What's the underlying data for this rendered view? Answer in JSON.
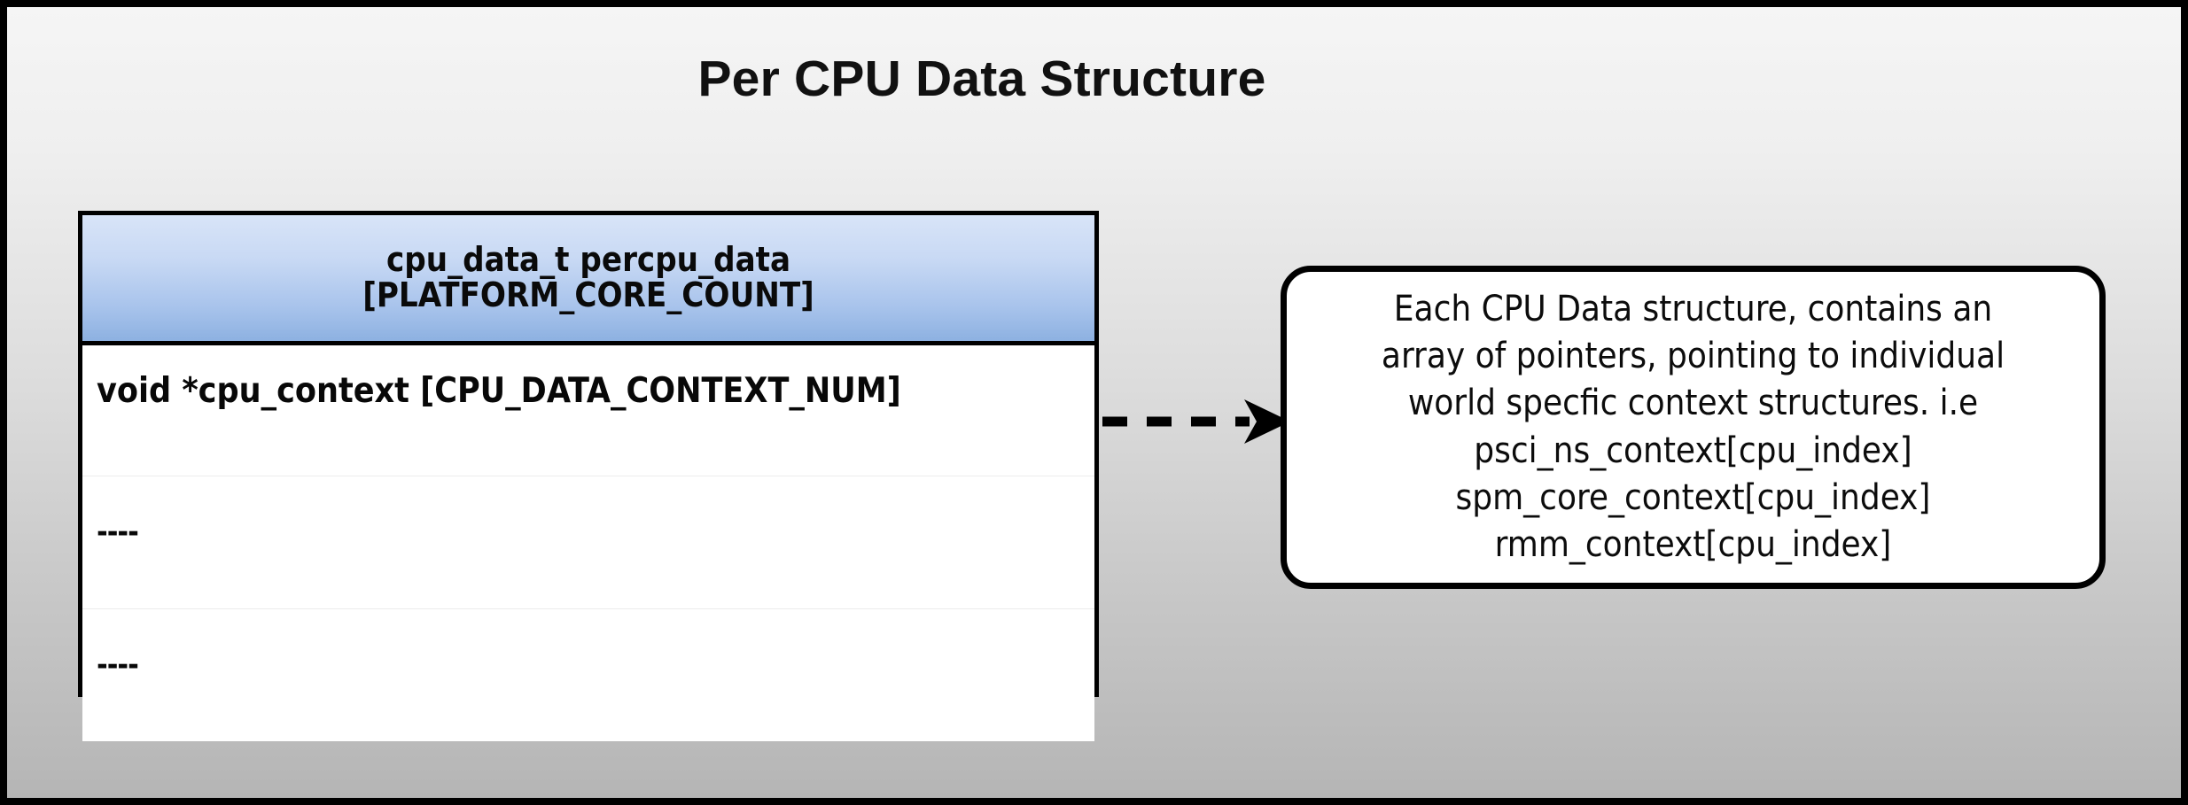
{
  "page": {
    "title": "Per CPU Data Structure",
    "frame_color": "#000000",
    "background_top_color": "#f5f5f5",
    "background_bottom_color": "#b5b5b5"
  },
  "table": {
    "header": {
      "line1": "cpu_data_t percpu_data",
      "line2": "[PLATFORM_CORE_COUNT]",
      "gradient_top_color": "#d8e4f8",
      "gradient_bottom_color": "#8db1e1"
    },
    "rows": [
      {
        "text": "void *cpu_context [CPU_DATA_CONTEXT_NUM]"
      },
      {
        "text": "----"
      },
      {
        "text": "----"
      }
    ]
  },
  "connector": {
    "style": "dashed-arrow",
    "direction": "right",
    "color": "#000000"
  },
  "callout": {
    "lines": [
      "Each CPU Data structure, contains an",
      "array of pointers, pointing to individual",
      "world specfic context structures. i.e",
      "psci_ns_context[cpu_index]",
      "spm_core_context[cpu_index]",
      "rmm_context[cpu_index]"
    ],
    "border_color": "#000000",
    "background_color": "#ffffff"
  }
}
